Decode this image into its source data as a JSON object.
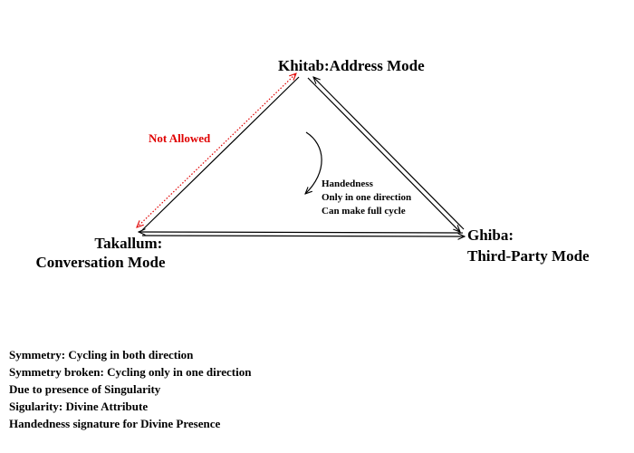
{
  "nodes": {
    "khitab": {
      "lines": [
        "Khitab:Address Mode"
      ]
    },
    "takallum": {
      "lines": [
        "Takallum:",
        "Conversation Mode"
      ]
    },
    "ghiba": {
      "lines": [
        "Ghiba:",
        "Third-Party Mode"
      ]
    }
  },
  "edge_labels": {
    "not_allowed": "Not Allowed"
  },
  "handedness": {
    "lines": [
      "Handedness",
      "Only in one direction",
      "Can make full cycle"
    ]
  },
  "notes": [
    "Symmetry: Cycling in both direction",
    "Symmetry broken: Cycling only in one direction",
    "Due to presence of Singularity",
    "Sigularity: Divine Attribute",
    "Handedness signature for Divine Presence"
  ],
  "colors": {
    "text": "#000000",
    "forbidden": "#e00000",
    "background": "#ffffff"
  }
}
